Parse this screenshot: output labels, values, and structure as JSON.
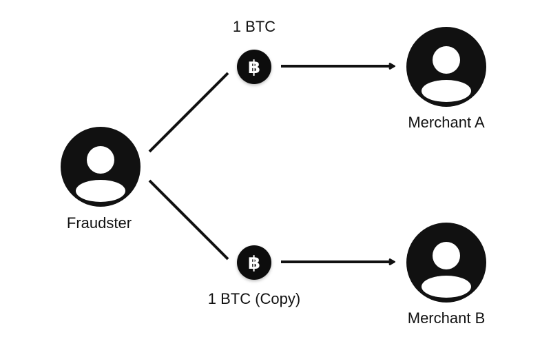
{
  "nodes": {
    "fraudster": {
      "label": "Fraudster"
    },
    "merchant_a": {
      "label": "Merchant A"
    },
    "merchant_b": {
      "label": "Merchant B"
    }
  },
  "coins": {
    "top": {
      "label": "1 BTC",
      "symbol": "฿"
    },
    "bottom": {
      "label": "1 BTC (Copy)",
      "symbol": "฿"
    }
  },
  "colors": {
    "ink": "#111111",
    "background": "#ffffff"
  }
}
